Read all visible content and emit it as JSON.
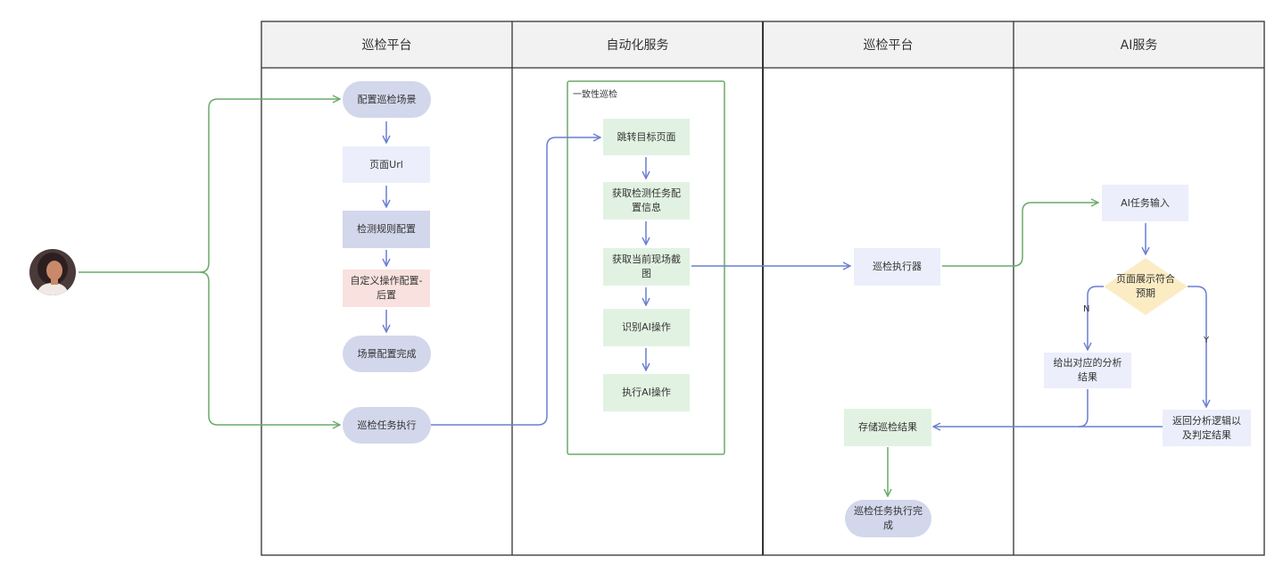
{
  "lanes": {
    "lane1_title": "巡检平台",
    "lane2_title": "自动化服务",
    "lane3_title": "巡检平台",
    "lane4_title": "AI服务"
  },
  "nodes": {
    "config_scene": "配置巡检场景",
    "page_url": "页面Url",
    "check_rule_config": "检测规则配置",
    "custom_op_config": "自定义操作配置-后置",
    "scene_config_done": "场景配置完成",
    "patrol_task_exec": "巡检任务执行",
    "consistency_group": "一致性巡检",
    "goto_target_page": "跳转目标页面",
    "get_task_config": "获取检测任务配置信息",
    "get_screenshot": "获取当前现场截图",
    "recognize_ai_op": "识别AI操作",
    "exec_ai_op": "执行AI操作",
    "patrol_executor": "巡检执行器",
    "store_results": "存储巡检结果",
    "task_complete": "巡检任务执行完成",
    "ai_task_input": "AI任务输入",
    "page_matches": "页面展示符合预期",
    "give_analysis": "给出对应的分析结果",
    "return_logic": "返回分析逻辑以及判定结果"
  },
  "edge_labels": {
    "no": "N",
    "yes": "Y"
  },
  "colors": {
    "lane_border": "#333333",
    "header_fill": "#f2f2f2",
    "green_line": "#6aaa68",
    "blue_line": "#6a7ed0",
    "pill": "#d3d7ec",
    "light_rect": "#eceefb",
    "pink_rect": "#f8e1de",
    "green_rect": "#e2f2e2",
    "decision": "#fcecc4"
  },
  "icons": {
    "user": "user-avatar-icon"
  }
}
